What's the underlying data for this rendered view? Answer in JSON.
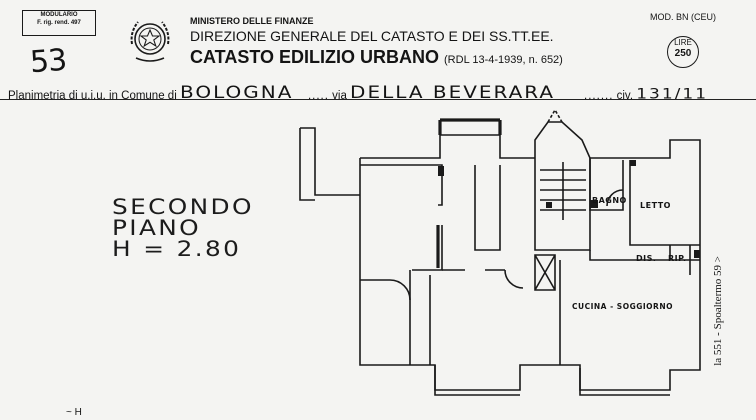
{
  "header": {
    "modulario": [
      "MODULARIO",
      "F. rig. rend. 497"
    ],
    "sheet_number": "53",
    "ministry": "MINISTERO DELLE FINANZE",
    "directorate": "DIREZIONE GENERALE DEL CATASTO E DEI SS.TT.EE.",
    "title": "CATASTO EDILIZIO URBANO",
    "law_ref": "(RDL 13-4-1939, n. 652)",
    "model_code": "MOD. BN (CEU)",
    "stamp_label": "LIRE",
    "stamp_value": "250"
  },
  "plan_line": {
    "prefix": "Planimetria di u.i.u. in Comune di",
    "comune": "BOLOGNA",
    "via_label": "via",
    "via": "DELLA BEVERARA",
    "civ_label": "civ.",
    "civ": "131/11"
  },
  "floor": {
    "line1": "SECONDO",
    "line2": "PIANO",
    "line3": "H = 2.80"
  },
  "rooms": {
    "bagno": "BAGNO",
    "letto": "LETTO",
    "dis": "DIS.",
    "rip": "RIP.",
    "cucina": "CUCINA - SOGGIORNO"
  },
  "side_stamp": "la 551 - Spoaltermo 59 >",
  "footer_mark": "~ H"
}
